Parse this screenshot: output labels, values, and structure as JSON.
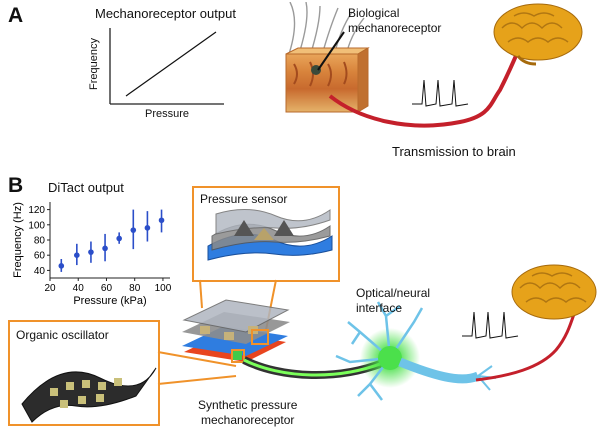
{
  "panel_a": {
    "letter": "A",
    "chart_title": "Mechanoreceptor output",
    "y_label": "Frequency",
    "x_label": "Pressure",
    "biological_label_line1": "Biological",
    "biological_label_line2": "mechanoreceptor",
    "transmission_label": "Transmission to brain"
  },
  "panel_b": {
    "letter": "B",
    "chart_title": "DiTact output",
    "pressure_sensor_label": "Pressure sensor",
    "organic_oscillator_label": "Organic oscillator",
    "interface_label_line1": "Optical/neural",
    "interface_label_line2": "interface",
    "synthetic_label_line1": "Synthetic pressure",
    "synthetic_label_line2": "mechanoreceptor"
  },
  "colors": {
    "accent_orange": "#f0922a",
    "data_blue": "#2b4ec9",
    "nerve_red": "#c4202b",
    "neuron_blue": "#6ec3e8",
    "optical_green": "#4be04b",
    "brain_gold": "#e6a21a"
  },
  "chart_data": [
    {
      "type": "line",
      "title": "Mechanoreceptor output",
      "xlabel": "Pressure",
      "ylabel": "Frequency",
      "x": [
        0,
        1
      ],
      "y": [
        0,
        1
      ],
      "ticks": false
    },
    {
      "type": "scatter",
      "title": "DiTact output",
      "xlabel": "Pressure (kPa)",
      "ylabel": "Frequency (Hz)",
      "xlim": [
        20,
        105
      ],
      "ylim": [
        30,
        130
      ],
      "xticks": [
        20,
        40,
        60,
        80,
        100
      ],
      "yticks": [
        40,
        60,
        80,
        100,
        120
      ],
      "x": [
        28,
        39,
        49,
        59,
        69,
        79,
        89,
        99
      ],
      "y": [
        46,
        60,
        64,
        69,
        82,
        93,
        96,
        106
      ],
      "err_low": [
        38,
        47,
        50,
        52,
        75,
        68,
        78,
        90
      ],
      "err_high": [
        55,
        75,
        78,
        88,
        90,
        120,
        118,
        120
      ]
    }
  ]
}
